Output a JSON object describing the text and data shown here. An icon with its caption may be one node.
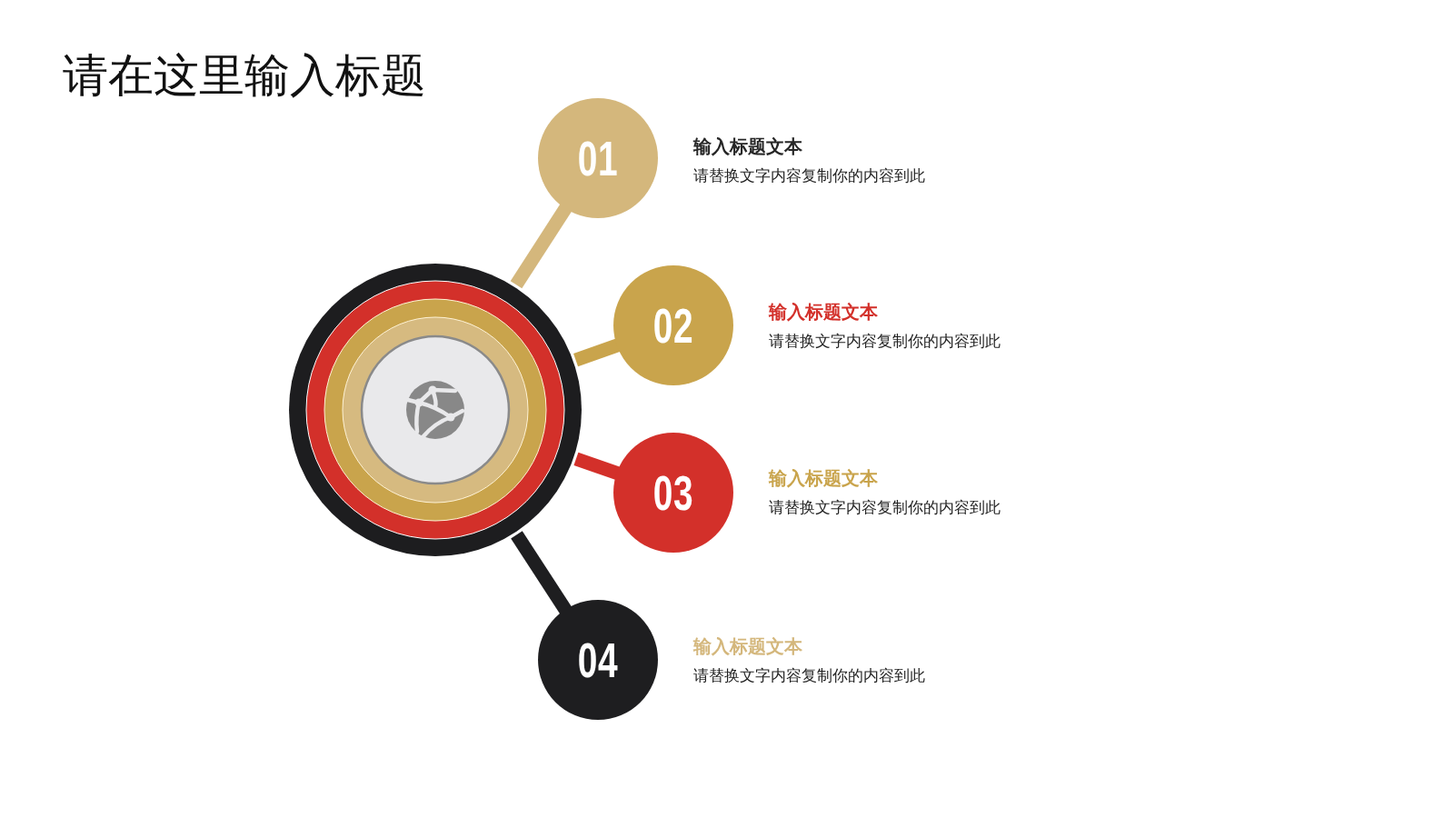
{
  "diagram": {
    "title": "请在这里输入标题",
    "nodes": [
      {
        "text": [],
        "shape": "circle"
      },
      {
        "text": [
          "01"
        ],
        "beside": [
          "输入标题文本",
          "请替换文字内容复制你的内容到此"
        ]
      },
      {
        "text": [
          "02"
        ],
        "beside": [
          "输入标题文本",
          "请替换文字内容复制你的内容到此"
        ]
      },
      {
        "text": [
          "03"
        ],
        "beside": [
          "输入标题文本",
          "请替换文字内容复制你的内容到此"
        ]
      },
      {
        "text": [
          "04"
        ],
        "beside": [
          "输入标题文本",
          "请替换文字内容复制你的内容到此"
        ]
      }
    ],
    "edges": [
      {
        "from": 0,
        "to": 1,
        "arrow": "none",
        "color": "#d4b77c"
      },
      {
        "from": 0,
        "to": 2,
        "arrow": "none",
        "color": "#c9a44c"
      },
      {
        "from": 0,
        "to": 3,
        "arrow": "none",
        "color": "#d3302a"
      },
      {
        "from": 0,
        "to": 4,
        "arrow": "none",
        "color": "#1e1e20"
      }
    ]
  }
}
